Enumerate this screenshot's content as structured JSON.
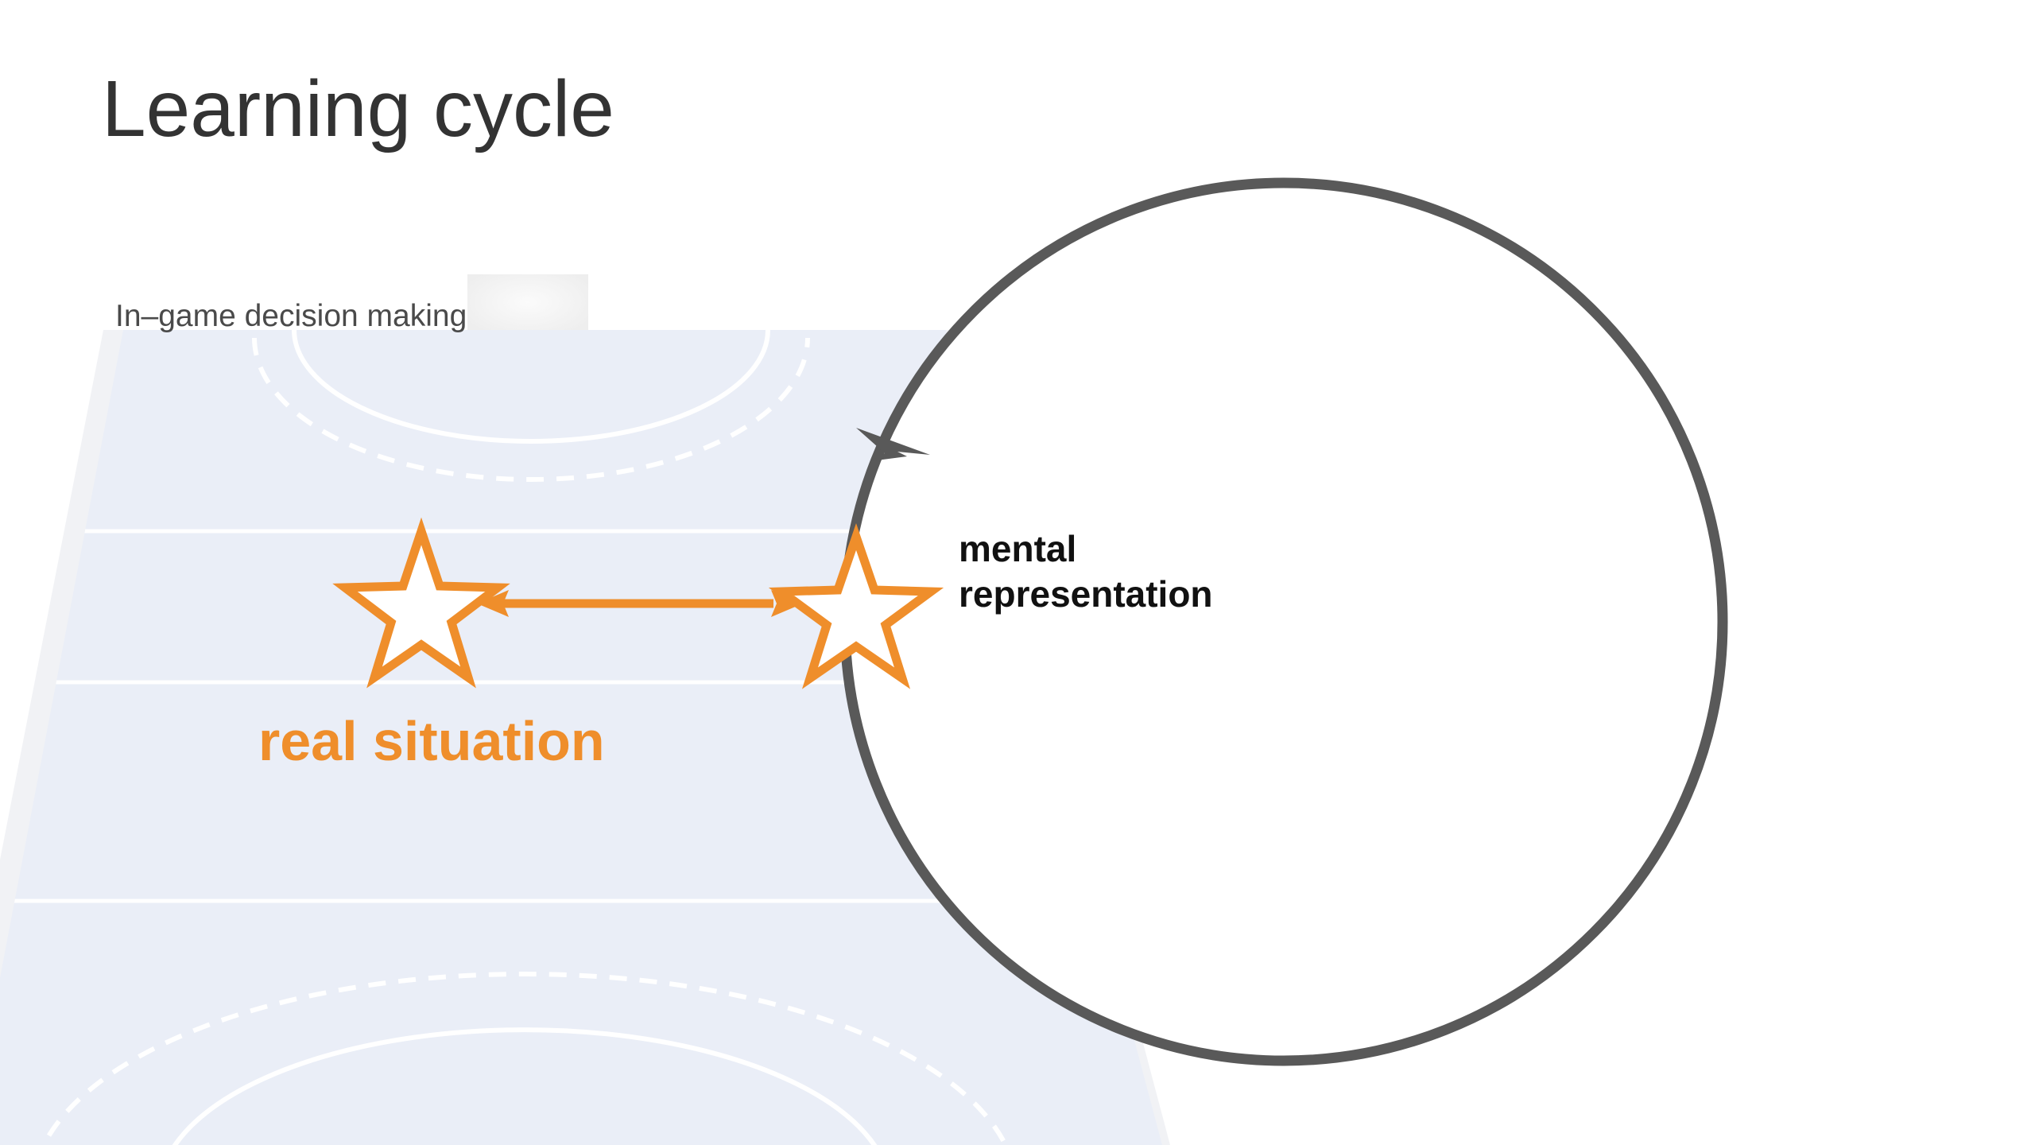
{
  "title": "Learning cycle",
  "diagram": {
    "subtitle": "In–game decision making",
    "real_situation_label": "real situation",
    "mental_representation_label": {
      "line1": "mental",
      "line2": "representation"
    },
    "colors": {
      "court_fill": "#eaeef7",
      "court_line": "#ffffff",
      "accent": "#ef8e2b",
      "cycle": "#595959",
      "title": "#333333"
    },
    "icons": [
      "star-icon",
      "double-arrow",
      "cycle-arrowhead"
    ]
  }
}
